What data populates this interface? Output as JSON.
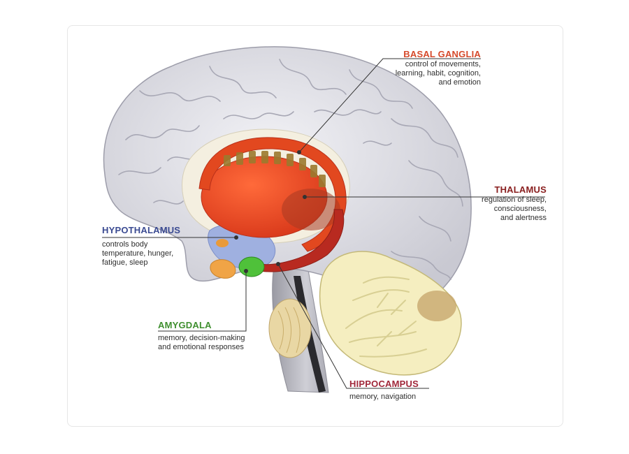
{
  "colors": {
    "basal_ganglia": "#d64a2b",
    "thalamus": "#8a2020",
    "hypothalamus": "#3b4b92",
    "amygdala": "#3f8f2f",
    "hippocampus": "#a0283a"
  },
  "labels": {
    "basal_ganglia": {
      "title": "BASAL GANGLIA",
      "lines": [
        "control of movements,",
        "learning, habit, cognition,",
        "and emotion"
      ]
    },
    "thalamus": {
      "title": "THALAMUS",
      "lines": [
        "regulation of sleep,",
        "consciousness,",
        "and alertness"
      ]
    },
    "hypothalamus": {
      "title": "HYPOTHALAMUS",
      "lines": [
        "controls body",
        "temperature, hunger,",
        "fatigue, sleep"
      ]
    },
    "amygdala": {
      "title": "AMYGDALA",
      "lines": [
        "memory, decision-making",
        "and emotional responses"
      ]
    },
    "hippocampus": {
      "title": "HIPPOCAMPUS",
      "lines": [
        "memory, navigation"
      ]
    }
  }
}
